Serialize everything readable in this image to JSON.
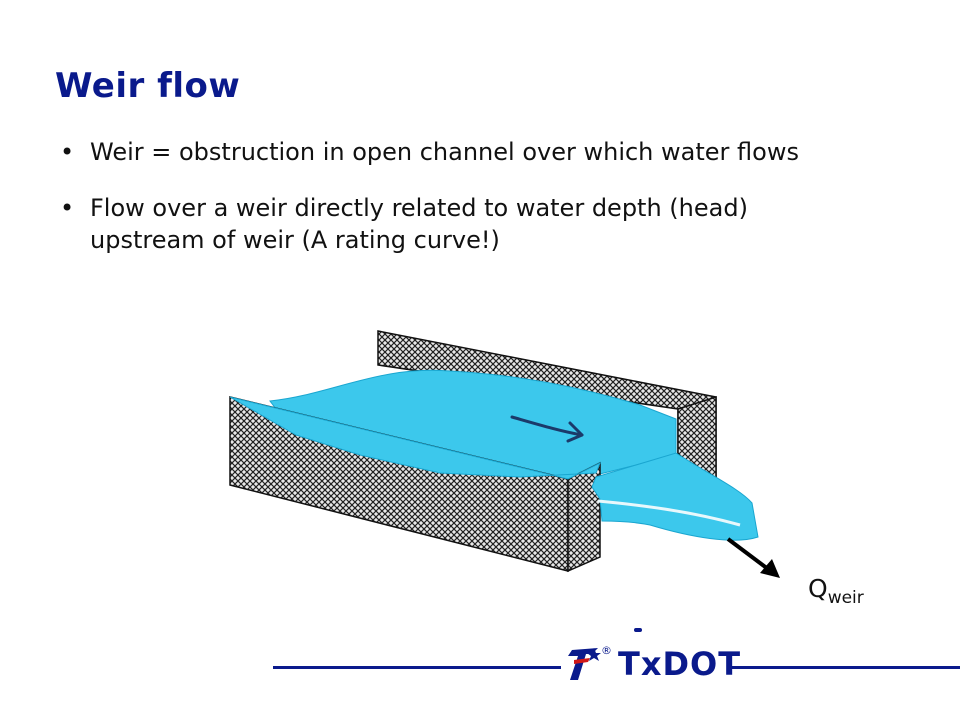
{
  "slide": {
    "title": "Weir flow",
    "bullets": [
      {
        "marker": "•",
        "text": "Weir = obstruction in open channel over which water flows"
      },
      {
        "marker": "•",
        "text": "Flow over a weir directly related to water depth (head) upstream of weir  (A rating curve!)"
      }
    ]
  },
  "figure": {
    "flow_label_main": "Q",
    "flow_label_sub": "weir"
  },
  "footer": {
    "logo_text": "TxDOT",
    "registered_mark": "®"
  },
  "colors": {
    "title": "#0a1a8c",
    "water": "#3cc8ec",
    "footer_line": "#0a1a8c"
  }
}
